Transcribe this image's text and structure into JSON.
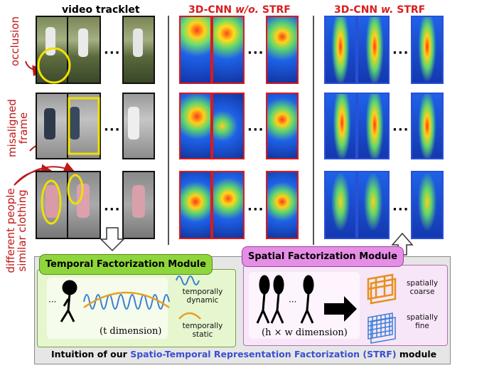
{
  "headers": {
    "video_tracklet": "video tracklet",
    "wo_strf_prefix": "3D-CNN ",
    "wo_strf_italic": "w/o.",
    "wo_strf_suffix": " STRF",
    "w_strf_prefix": "3D-CNN ",
    "w_strf_italic": "w.",
    "w_strf_suffix": " STRF"
  },
  "side_labels": {
    "occlusion": "occlusion",
    "misaligned_line1": "misaligned",
    "misaligned_line2": "frame",
    "different_line1": "different people",
    "different_line2": "similar clothing"
  },
  "ellipsis": "···",
  "temporal_module": {
    "title": "Temporal Factorization Module",
    "legend_dynamic_line1": "temporally",
    "legend_dynamic_line2": "dynamic",
    "legend_static_line1": "temporally",
    "legend_static_line2": "static",
    "dim_label": "(t dimension)",
    "dots": "···"
  },
  "spatial_module": {
    "title": "Spatial Factorization Module",
    "coarse_line1": "spatially",
    "coarse_line2": "coarse",
    "fine_line1": "spatially",
    "fine_line2": "fine",
    "dim_label": "(h × w dimension)",
    "dots": "···"
  },
  "footer": {
    "prefix": "Intuition of our ",
    "highlight": "Spatio-Temporal Representation Factorization (STRF)",
    "suffix": " module"
  },
  "colors": {
    "red": "#e01818",
    "blue": "#2a4fd6",
    "yellow": "#f0e000",
    "temporal_bg": "#e6f7cf",
    "temporal_title_bg": "#8fd63c",
    "spatial_bg": "#f7e6f7",
    "spatial_title_bg": "#e58ee5",
    "wave_blue": "#3a7fd6",
    "wave_orange": "#e6a020",
    "footer_blue": "#3b4fd0"
  }
}
